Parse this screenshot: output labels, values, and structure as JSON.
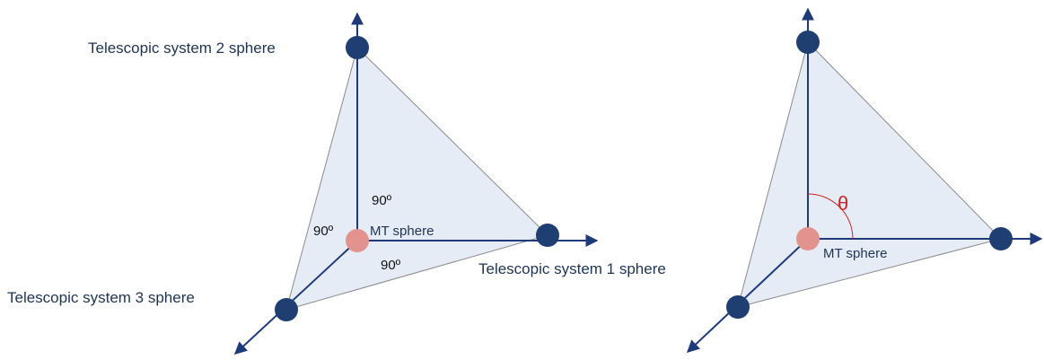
{
  "left_diagram": {
    "label_system_1": "Telescopic system 1 sphere",
    "label_system_2": "Telescopic system 2 sphere",
    "label_system_3": "Telescopic system 3 sphere",
    "label_center": "MT sphere",
    "angle_top": "90º",
    "angle_left": "90º",
    "angle_bottom": "90º"
  },
  "right_diagram": {
    "label_center": "MT sphere",
    "angle_symbol": "θ"
  },
  "colors": {
    "face_fill": "#e6ecf6",
    "edge_gray": "#8a8a8a",
    "axis_navy": "#1f3a7a",
    "node_navy": "#1f3f73",
    "center_pink": "#e2938e",
    "label_navy": "#1e3454",
    "angle_red": "#c62828"
  }
}
